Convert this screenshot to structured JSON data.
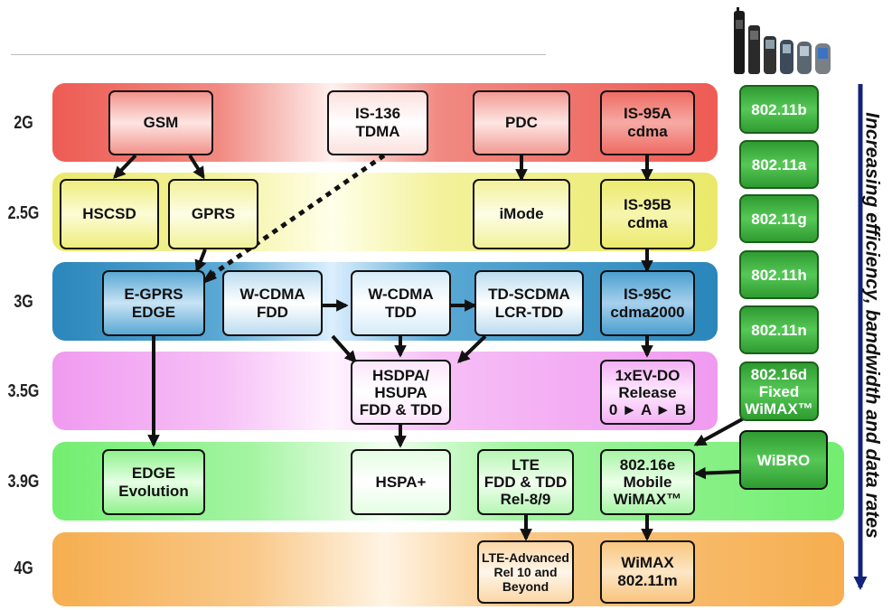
{
  "generations": [
    "2G",
    "2.5G",
    "3G",
    "3.5G",
    "3.9G",
    "4G"
  ],
  "technologies": {
    "gsm": "GSM",
    "is136": "IS-136\nTDMA",
    "pdc": "PDC",
    "is95a": "IS-95A\ncdma",
    "hscsd": "HSCSD",
    "gprs": "GPRS",
    "imode": "iMode",
    "is95b": "IS-95B\ncdma",
    "egprs": "E-GPRS\nEDGE",
    "wcdma_fdd": "W-CDMA\nFDD",
    "wcdma_tdd": "W-CDMA\nTDD",
    "tdscdma": "TD-SCDMA\nLCR-TDD",
    "is95c": "IS-95C\ncdma2000",
    "hsdpa": "HSDPA/\nHSUPA\nFDD & TDD",
    "evdo": "1xEV-DO\nRelease\n0 ► A ► B",
    "edge_evo": "EDGE\nEvolution",
    "hspa_plus": "HSPA+",
    "lte": "LTE\nFDD & TDD\nRel-8/9",
    "wimax_mobile": "802.16e\nMobile\nWiMAX™",
    "lte_adv": "LTE-Advanced\nRel 10 and\nBeyond",
    "wimax_4g": "WiMAX\n802.11m"
  },
  "wifi": [
    "802.11b",
    "802.11a",
    "802.11g",
    "802.11h",
    "802.11n",
    "802.16d\nFixed\nWiMAX™"
  ],
  "wibro": "WiBRO",
  "side_label": "Increasing efficiency, bandwidth and data rates",
  "colors": {
    "band_2g": "#ee5b54",
    "band_25g": "#f0ef7a",
    "band_3g": "#2f8fc4",
    "band_35g": "#f2a6f2",
    "band_39g": "#7ef27a",
    "band_4g": "#f7b55a",
    "wifi_green": "#2f9b31",
    "arrow_blue": "#13237a"
  }
}
